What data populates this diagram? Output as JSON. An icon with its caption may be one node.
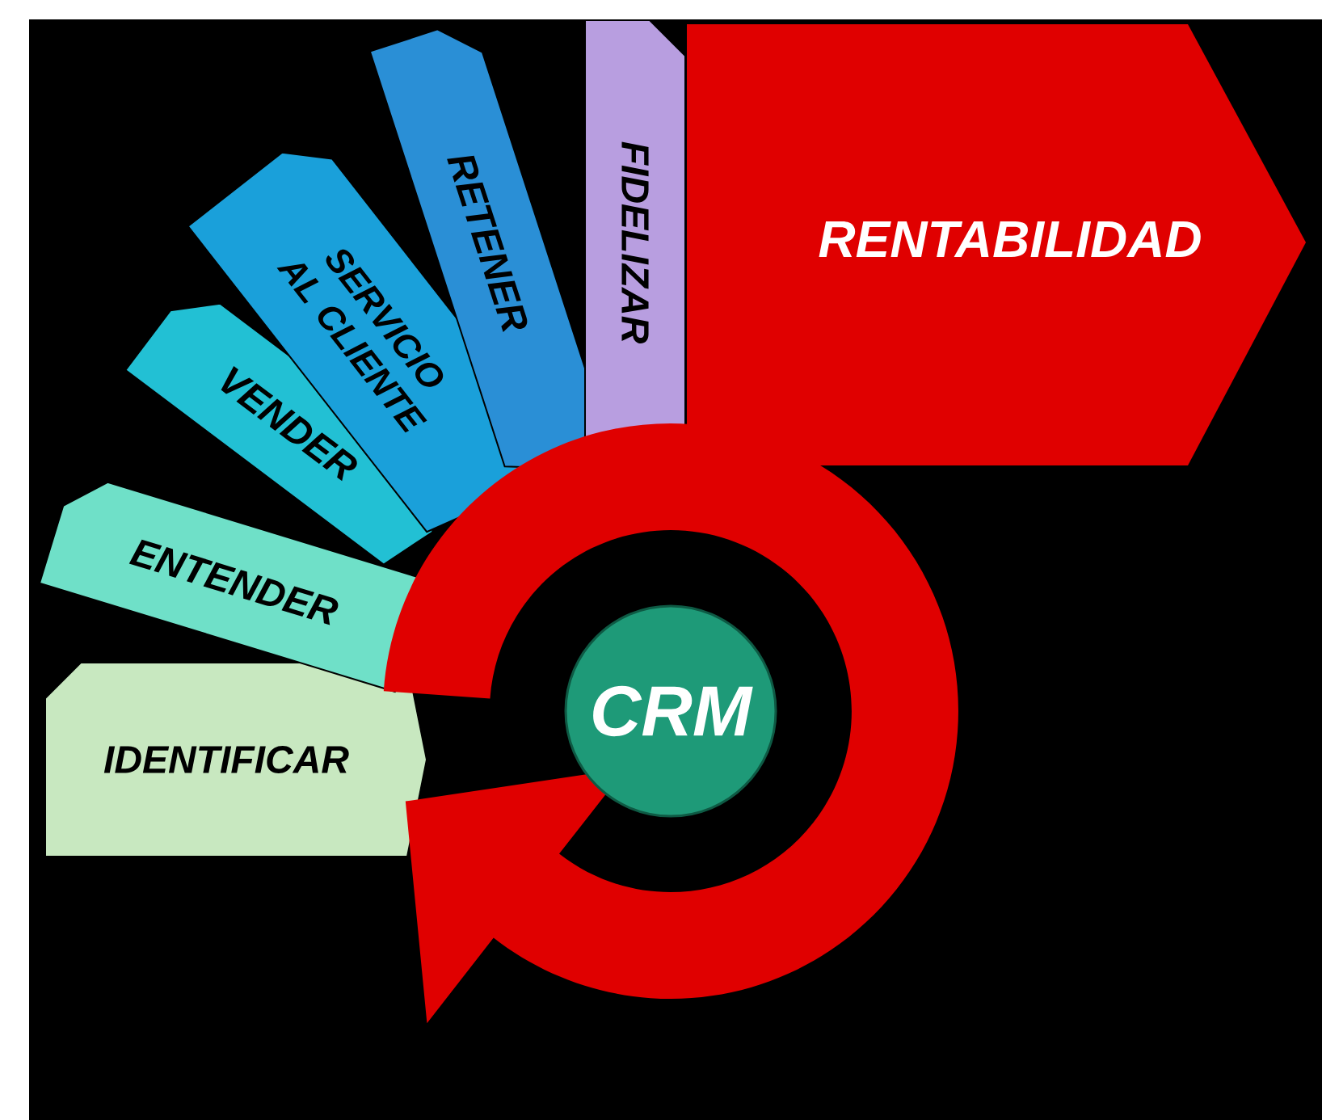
{
  "diagram": {
    "nodes": [
      {
        "text": [
          "IDENTIFICAR"
        ]
      },
      {
        "text": [
          "ENTENDER"
        ]
      },
      {
        "text": [
          "VENDER"
        ]
      },
      {
        "text": [
          "SERVICIO AL CLIENTE"
        ]
      },
      {
        "text": [
          "RETENER"
        ]
      },
      {
        "text": [
          "FIDELIZAR"
        ]
      },
      {
        "text": [
          "RENTABILIDAD"
        ]
      },
      {
        "text": [
          "CRM"
        ]
      }
    ]
  }
}
